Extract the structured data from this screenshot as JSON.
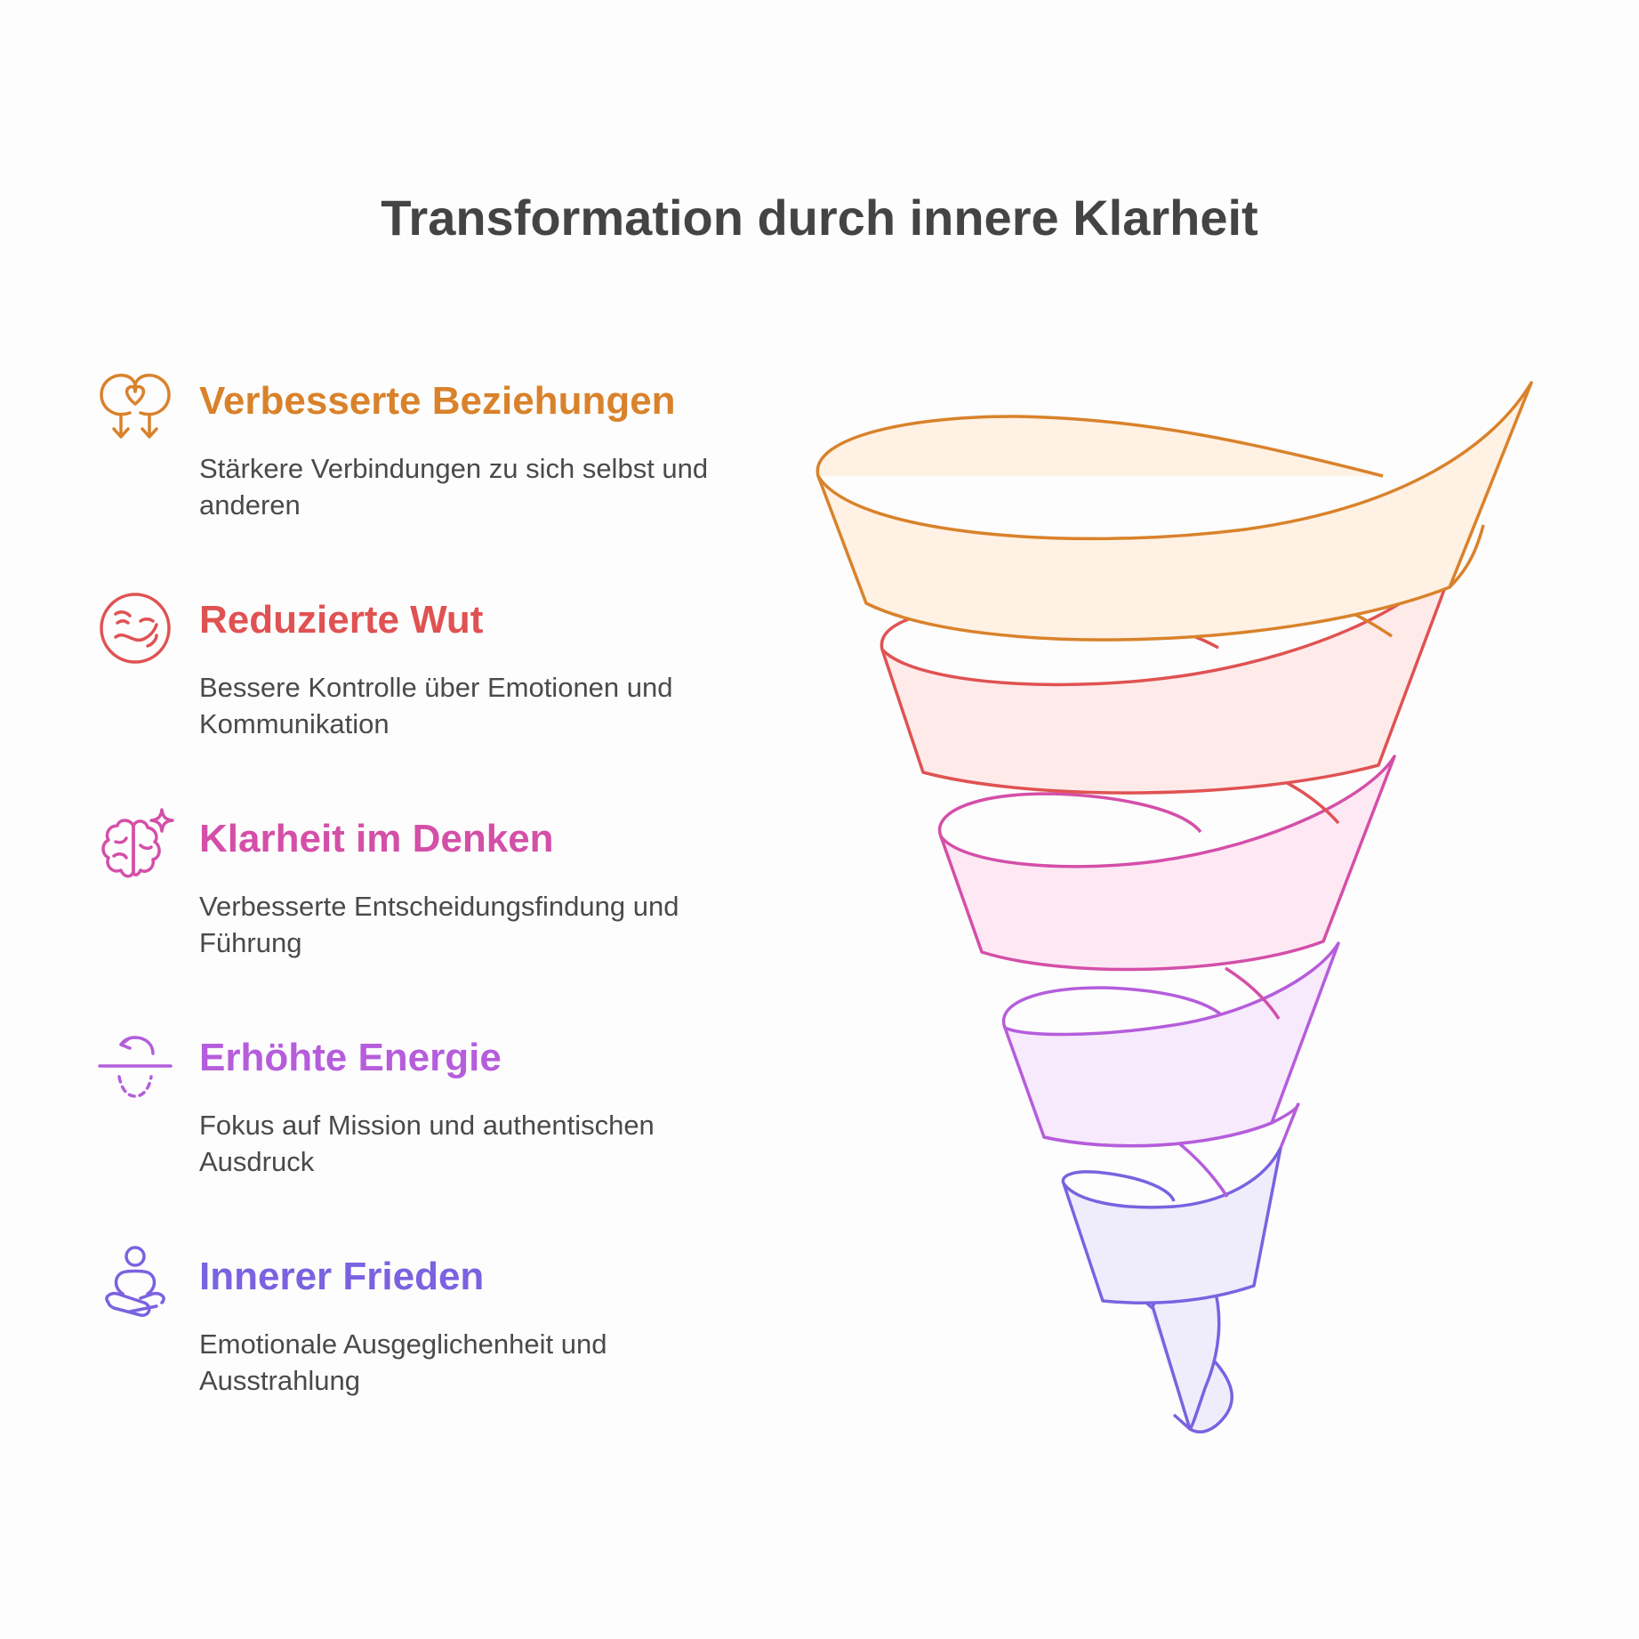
{
  "title": "Transformation durch innere Klarheit",
  "items": [
    {
      "heading": "Verbesserte Beziehungen",
      "text": "Stärkere Verbindungen zu sich selbst und anderen",
      "icon": "heads-heart-icon",
      "color": "#d9822b",
      "fill": "#fff1e3"
    },
    {
      "heading": "Reduzierte Wut",
      "text": "Bessere Kontrolle über Emotionen und Kommunikation",
      "icon": "calm-face-icon",
      "color": "#e05252",
      "fill": "#ffeaea"
    },
    {
      "heading": "Klarheit im Denken",
      "text": "Verbesserte Entscheidungsfindung und Führung",
      "icon": "brain-sparkle-icon",
      "color": "#d44fa8",
      "fill": "#fde8f4"
    },
    {
      "heading": "Erhöhte Energie",
      "text": "Fokus auf Mission und authentischen Ausdruck",
      "icon": "energy-orbit-icon",
      "color": "#b55ddb",
      "fill": "#f7eafc"
    },
    {
      "heading": "Innerer Frieden",
      "text": "Emotionale Ausgeglichenheit und Ausstrahlung",
      "icon": "meditation-icon",
      "color": "#7a62e0",
      "fill": "#efedfb"
    }
  ]
}
